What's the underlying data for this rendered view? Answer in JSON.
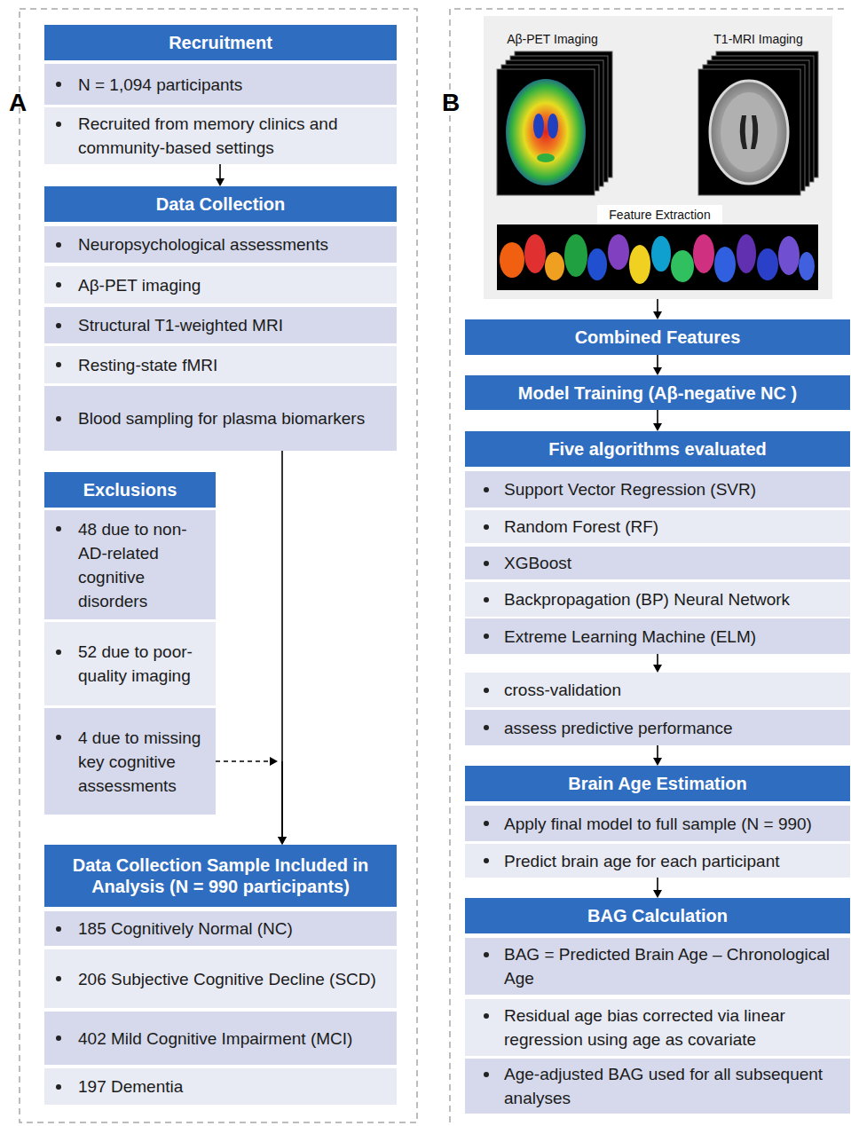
{
  "diagram": {
    "nodes": [
      {
        "text": [
          "Recruitment"
        ]
      },
      {
        "text": [
          "N = 1,094 participants"
        ]
      },
      {
        "text": [
          "Recruited from memory clinics and community-based settings"
        ]
      },
      {
        "text": [
          "Data Collection"
        ]
      },
      {
        "text": [
          "Neuropsychological assessments"
        ]
      },
      {
        "text": [
          "Aβ-PET imaging"
        ]
      },
      {
        "text": [
          "Structural T1-weighted MRI"
        ]
      },
      {
        "text": [
          "Resting-state fMRI"
        ]
      },
      {
        "text": [
          "Blood sampling for plasma biomarkers"
        ]
      },
      {
        "text": [
          "Exclusions"
        ]
      },
      {
        "text": [
          "48 due to non-AD-related cognitive disorders"
        ]
      },
      {
        "text": [
          "52 due to poor-quality imaging"
        ]
      },
      {
        "text": [
          "4 due to missing key cognitive assessments"
        ]
      },
      {
        "text": [
          "Data Collection Sample Included in Analysis (N = 990 participants)"
        ]
      },
      {
        "text": [
          "185 Cognitively Normal (NC)"
        ]
      },
      {
        "text": [
          "206 Subjective Cognitive Decline (SCD)"
        ]
      },
      {
        "text": [
          "402 Mild Cognitive Impairment (MCI)"
        ]
      },
      {
        "text": [
          "197 Dementia"
        ]
      },
      {
        "text": [
          "Aβ-PET Imaging",
          "T1-MRI Imaging"
        ]
      },
      {
        "text": [
          "Feature Extraction"
        ],
        "in": 18
      },
      {
        "text": [
          "Combined Features"
        ]
      },
      {
        "text": [
          "Model Training (Aβ-negative NC )"
        ]
      },
      {
        "text": [
          "Five algorithms evaluated"
        ]
      },
      {
        "text": [
          "Support Vector Regression (SVR)"
        ]
      },
      {
        "text": [
          "Random Forest (RF)"
        ]
      },
      {
        "text": [
          "XGBoost"
        ]
      },
      {
        "text": [
          "Backpropagation (BP) Neural Network"
        ]
      },
      {
        "text": [
          "Extreme Learning Machine (ELM)"
        ]
      },
      {
        "text": [
          "cross-validation"
        ]
      },
      {
        "text": [
          "assess predictive performance"
        ]
      },
      {
        "text": [
          "Brain Age Estimation"
        ]
      },
      {
        "text": [
          "Apply final model to full sample (N = 990)"
        ]
      },
      {
        "text": [
          "Predict brain age for each participant"
        ]
      },
      {
        "text": [
          "BAG Calculation"
        ]
      },
      {
        "text": [
          "BAG = Predicted Brain Age – Chronological Age"
        ]
      },
      {
        "text": [
          "Residual age bias corrected via linear regression using age as covariate"
        ]
      },
      {
        "text": [
          "Age-adjusted BAG used for all subsequent analyses"
        ]
      }
    ],
    "edges": [
      {
        "from": 2,
        "to": 3,
        "arrow": "to"
      },
      {
        "from": 8,
        "to": 13,
        "arrow": "to"
      },
      {
        "from": 12,
        "to": 13,
        "arrow": "to"
      },
      {
        "from": 18,
        "to": 20,
        "arrow": "to"
      },
      {
        "from": 20,
        "to": 21,
        "arrow": "to"
      },
      {
        "from": 21,
        "to": 22,
        "arrow": "to"
      },
      {
        "from": 27,
        "to": 28,
        "arrow": "to"
      },
      {
        "from": 29,
        "to": 30,
        "arrow": "to"
      },
      {
        "from": 32,
        "to": 33,
        "arrow": "to"
      }
    ],
    "labels": [
      "A",
      "B"
    ]
  }
}
